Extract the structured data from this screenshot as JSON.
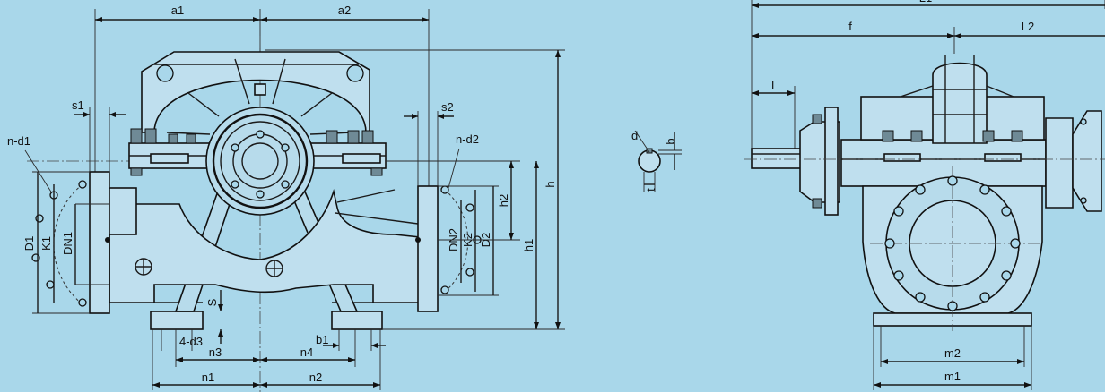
{
  "front_view": {
    "labels": {
      "a1": "a1",
      "a2": "a2",
      "s1": "s1",
      "s2": "s2",
      "n_d1": "n-d1",
      "n_d2": "n-d2",
      "D1": "D1",
      "K1": "K1",
      "DN1": "DN1",
      "DN2": "DN2",
      "K2": "K2",
      "D2": "D2",
      "h2": "h2",
      "h1": "h1",
      "h": "h",
      "s": "S",
      "four_d3": "4-d3",
      "b1": "b1",
      "n3": "n3",
      "n4": "n4",
      "n1": "n1",
      "n2": "n2"
    }
  },
  "shaft_detail": {
    "labels": {
      "d": "d",
      "b": "b",
      "t": "t"
    }
  },
  "side_view": {
    "labels": {
      "top": "L1",
      "f": "f",
      "L2": "L2",
      "L": "L",
      "m2": "m2",
      "m1": "m1"
    }
  }
}
